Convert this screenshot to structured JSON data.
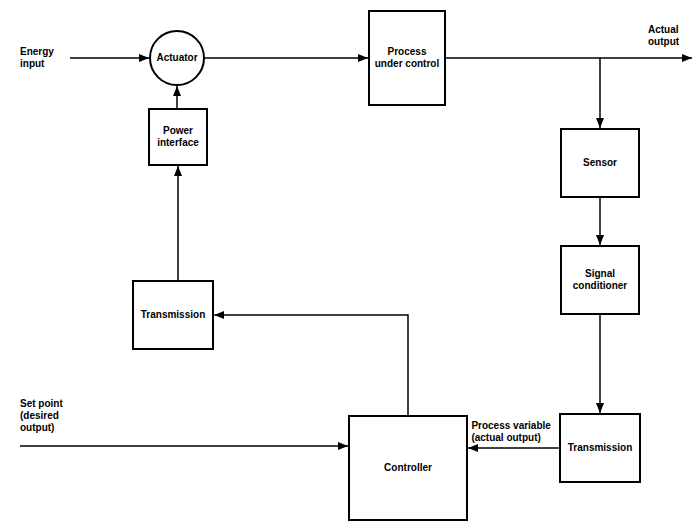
{
  "diagram": {
    "nodes": [
      {
        "text": [
          "Actuator"
        ]
      },
      {
        "text": [
          "Process under control"
        ]
      },
      {
        "text": [
          "Power interface"
        ]
      },
      {
        "text": [
          "Sensor"
        ]
      },
      {
        "text": [
          "Transmission"
        ]
      },
      {
        "text": [
          "Signal conditioner"
        ]
      },
      {
        "text": [
          "Controller"
        ]
      },
      {
        "text": [
          "Transmission"
        ]
      }
    ],
    "edges": [
      {
        "from": 0,
        "to": 1,
        "arrow": "to"
      },
      {
        "from": 1,
        "to": 3,
        "arrow": "to"
      },
      {
        "from": 3,
        "to": 5,
        "arrow": "to"
      },
      {
        "from": 5,
        "to": 7,
        "arrow": "to"
      },
      {
        "from": 7,
        "to": 6,
        "label": "Process variable (actual output)",
        "arrow": "to"
      },
      {
        "from": 6,
        "to": 4,
        "arrow": "to"
      },
      {
        "from": 4,
        "to": 2,
        "arrow": "to"
      },
      {
        "from": 2,
        "to": 0,
        "arrow": "to"
      }
    ],
    "labels": [
      "Energy input",
      "Actual output",
      "Set point (desired output)"
    ]
  }
}
